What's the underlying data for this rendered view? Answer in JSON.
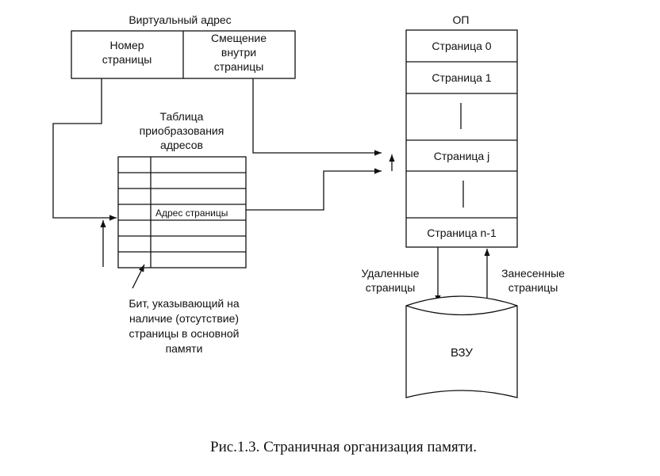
{
  "virtual_address": {
    "title": "Виртуальный адрес",
    "page_number_line1": "Номер",
    "page_number_line2": "страницы",
    "offset_line1": "Смещение",
    "offset_line2": "внутри",
    "offset_line3": "страницы"
  },
  "translation_table": {
    "title_line1": "Таблица",
    "title_line2": "приобразования",
    "title_line3": "адресов",
    "page_address_label": "Адрес страницы",
    "bit_note_line1": "Бит, указывающий на",
    "bit_note_line2": "наличие (отсутствие)",
    "bit_note_line3": "страницы в  основной",
    "bit_note_line4": "памяти"
  },
  "main_memory": {
    "title": "ОП",
    "page_0": "Страница 0",
    "page_1": "Страница 1",
    "page_j": "Страница j",
    "page_n1": "Страница n-1"
  },
  "swap": {
    "removed_line1": "Удаленные",
    "removed_line2": "страницы",
    "loaded_line1": "Занесенные",
    "loaded_line2": "страницы",
    "storage_label": "ВЗУ"
  },
  "caption": "Рис.1.3. Страничная организация памяти."
}
